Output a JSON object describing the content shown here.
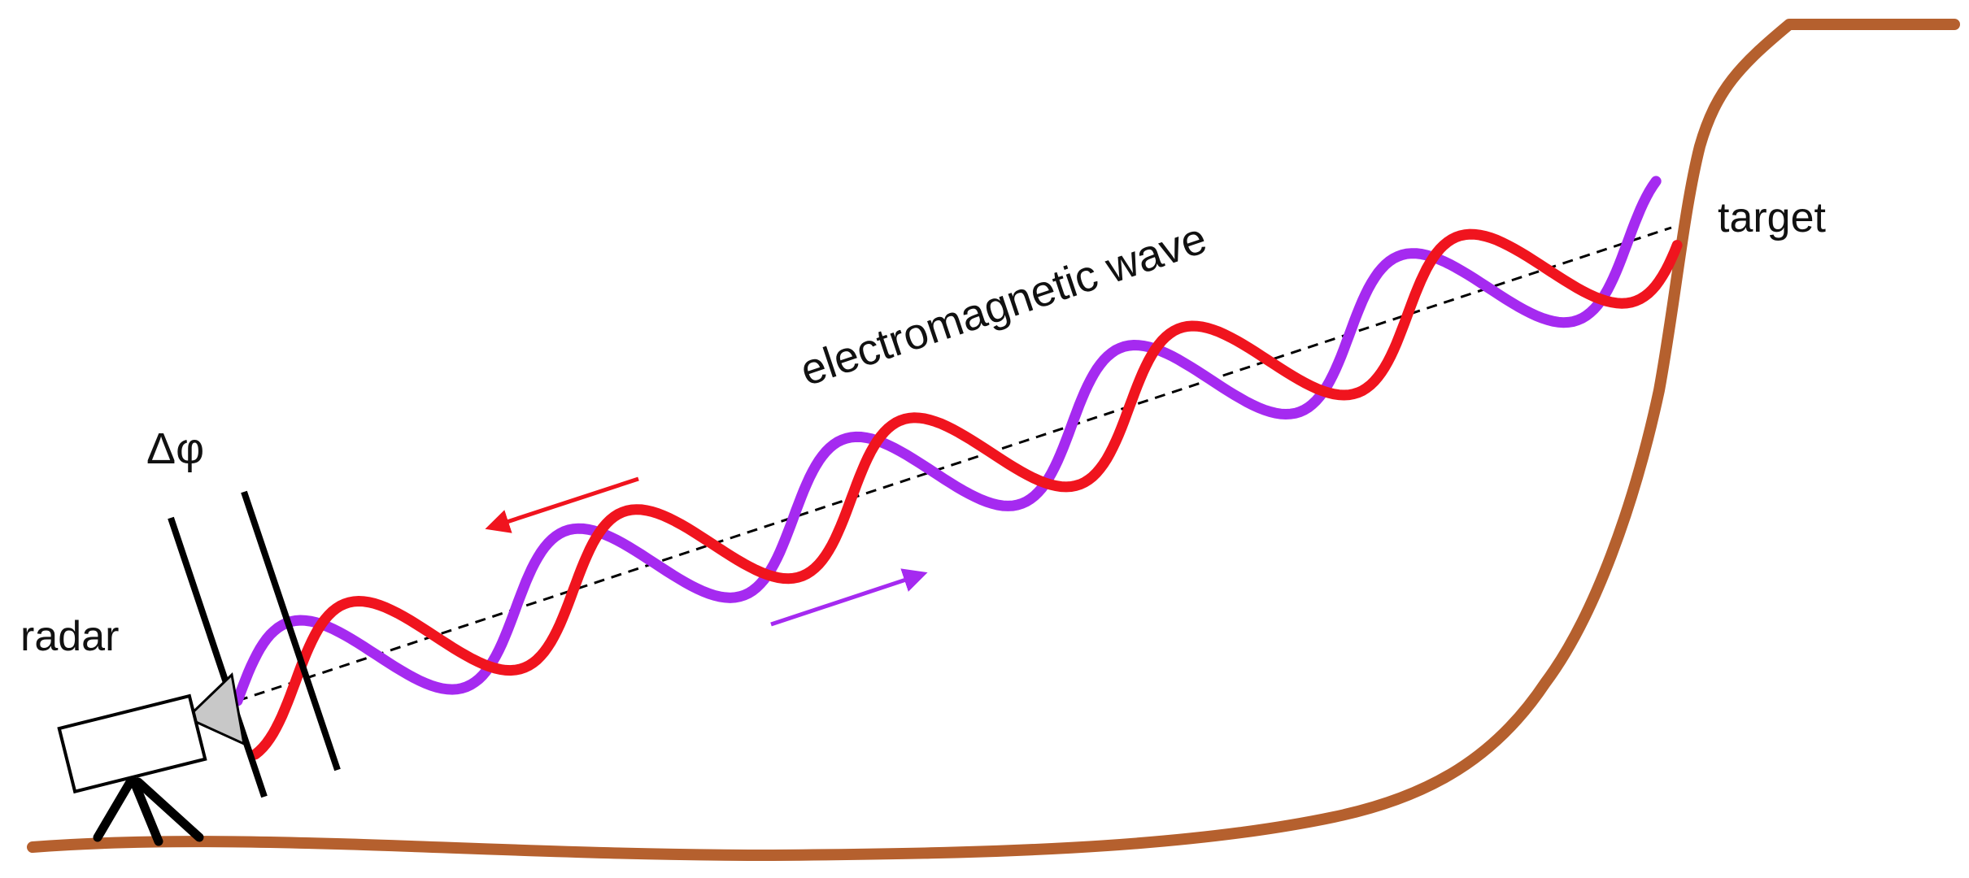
{
  "labels": {
    "radar": "radar",
    "phase_difference": "Δφ",
    "wave": "electromagnetic wave",
    "target": "target"
  },
  "colors": {
    "terrain": "#b5602e",
    "emitted_wave": "#a52af0",
    "reflected_wave": "#f0141e",
    "line_of_sight": "#000000",
    "radar_body": "#ffffff",
    "radar_horn": "#c8c8c8",
    "outline": "#000000"
  },
  "icons": {
    "radar": "radar-device-on-tripod-icon",
    "emitted_direction": "arrow-toward-target-icon",
    "reflected_direction": "arrow-toward-radar-icon"
  }
}
